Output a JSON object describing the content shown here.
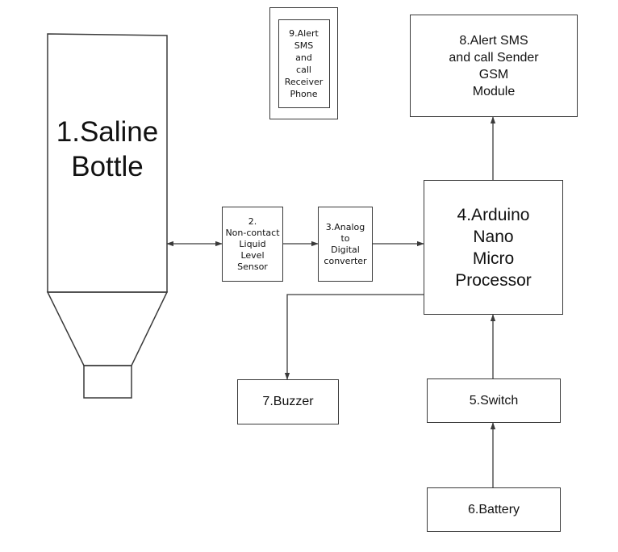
{
  "diagram": {
    "nodes": {
      "saline_bottle": {
        "label": "1.Saline\nBottle"
      },
      "level_sensor": {
        "label": "2.\nNon-contact\nLiquid\nLevel\nSensor"
      },
      "adc": {
        "label": "3.Analog\nto\nDigital\nconverter"
      },
      "arduino": {
        "label": "4.Arduino\nNano\nMicro\nProcessor"
      },
      "switch": {
        "label": "5.Switch"
      },
      "battery": {
        "label": "6.Battery"
      },
      "buzzer": {
        "label": "7.Buzzer"
      },
      "gsm": {
        "label": "8.Alert SMS\nand call Sender\nGSM\nModule"
      },
      "phone": {
        "label": "9.Alert\nSMS\nand\ncall\nReceiver\nPhone"
      }
    },
    "colors": {
      "stroke": "#3a3a3a",
      "text": "#111111",
      "background": "#ffffff"
    }
  }
}
